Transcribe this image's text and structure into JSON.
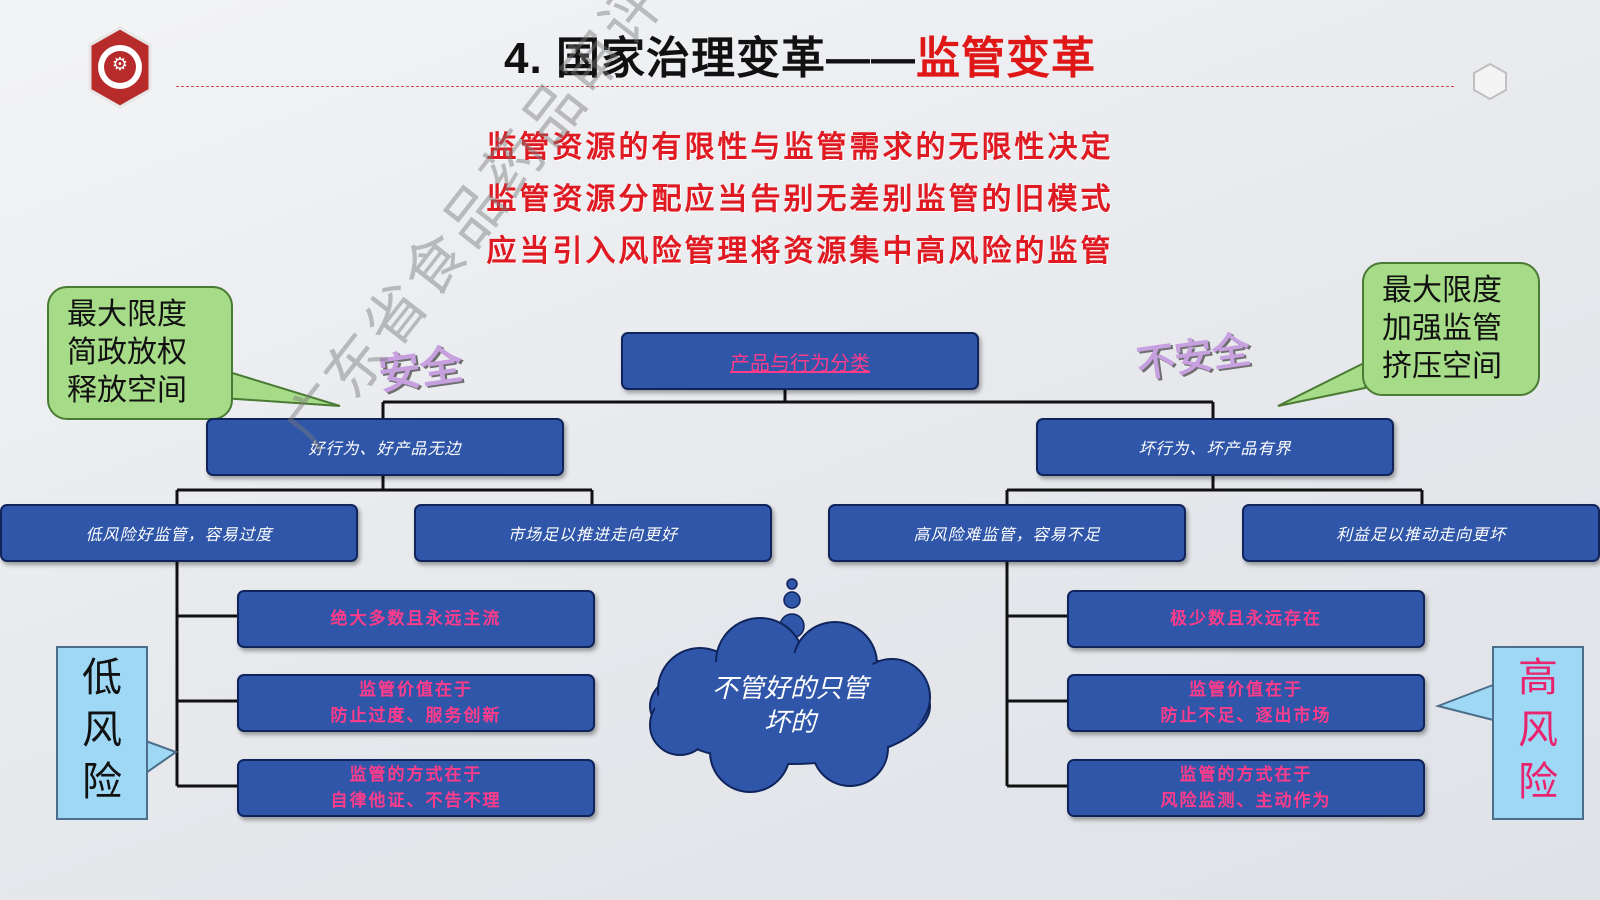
{
  "title": {
    "prefix": "4. 国家治理变革——",
    "highlight": "监管变革"
  },
  "headlines": [
    "监管资源的有限性与监管需求的无限性决定",
    "监管资源分配应当告别无差别监管的旧模式",
    "应当引入风险管理将资源集中高风险的监管"
  ],
  "watermark": "广东省食品药品审评认证技术协会",
  "root": "产品与行为分类",
  "left": {
    "tag": "安全",
    "callout": [
      "最大限度",
      "简政放权",
      "释放空间"
    ],
    "branch": "好行为、好产品无边",
    "sub1": "低风险好监管，容易过度",
    "sub2": "市场足以推进走向更好",
    "items": [
      [
        "绝大多数且永远主流"
      ],
      [
        "监管价值在于",
        "防止过度、服务创新"
      ],
      [
        "监管的方式在于",
        "自律他证、不告不理"
      ]
    ],
    "risk": [
      "低",
      "风",
      "险"
    ]
  },
  "right": {
    "tag": "不安全",
    "callout": [
      "最大限度",
      "加强监管",
      "挤压空间"
    ],
    "branch": "坏行为、坏产品有界",
    "sub1": "高风险难监管，容易不足",
    "sub2": "利益足以推动走向更坏",
    "items": [
      [
        "极少数且永远存在"
      ],
      [
        "监管价值在于",
        "防止不足、逐出市场"
      ],
      [
        "监管的方式在于",
        "风险监测、主动作为"
      ]
    ],
    "risk": [
      "高",
      "风",
      "险"
    ]
  },
  "cloud": [
    "不管好的只管",
    "坏的"
  ],
  "colors": {
    "box": "#2f56a8",
    "callout": "#a6db88",
    "risk": "#9fd8f5",
    "accent": "#e01717",
    "pink": "#ff3b8a"
  }
}
